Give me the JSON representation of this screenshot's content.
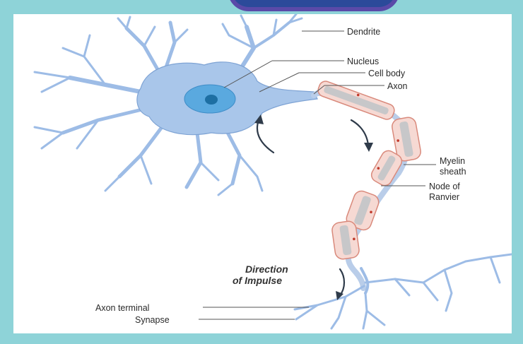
{
  "diagram": {
    "labels": {
      "dendrite": "Dendrite",
      "nucleus": "Nucleus",
      "cell_body": "Cell body",
      "axon": "Axon",
      "myelin_sheath_1": "Myelin",
      "myelin_sheath_2": "sheath",
      "node_of_ranvier_1": "Node of",
      "node_of_ranvier_2": "Ranvier",
      "axon_terminal": "Axon terminal",
      "synapse": "Synapse",
      "direction_1": "Direction",
      "direction_2": "of Impulse"
    },
    "colors": {
      "background": "#8ed3d8",
      "neuron": "#a9c6ea",
      "nucleus_outer": "#5aa9df",
      "nucleus_inner": "#1d6fa3",
      "myelin": "#f6d9d3",
      "myelin_border": "#d98a7c"
    }
  }
}
